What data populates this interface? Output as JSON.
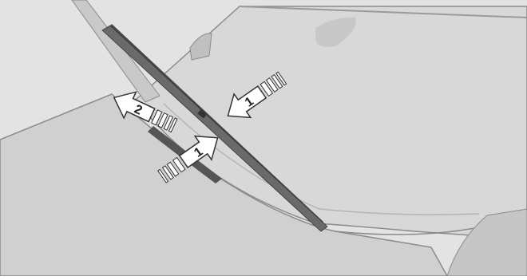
{
  "illustration": {
    "callouts": [
      {
        "id": "arrow-1-upper",
        "label": "1"
      },
      {
        "id": "arrow-1-lower",
        "label": "1"
      },
      {
        "id": "arrow-2",
        "label": "2"
      }
    ],
    "colors": {
      "background": "#e6e6e6",
      "windshield": "#d9d9d9",
      "body_panel": "#cfcfcf",
      "outline": "#8a8a8a",
      "wiper": "#4a4a4a",
      "arrow_fill": "#ffffff",
      "arrow_stroke": "#333333"
    }
  }
}
